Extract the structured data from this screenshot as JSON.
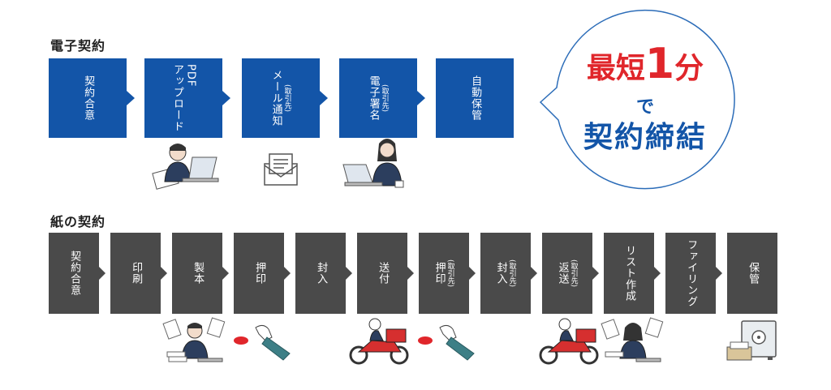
{
  "electronic": {
    "title": "電子契約",
    "steps": [
      {
        "label": "契約合意",
        "sub": ""
      },
      {
        "label": "PDF\nアップロード",
        "sub": ""
      },
      {
        "label": "メール通知",
        "sub": "(取引先)"
      },
      {
        "label": "電子署名",
        "sub": "(取引先)"
      },
      {
        "label": "自動保管",
        "sub": ""
      }
    ]
  },
  "bubble": {
    "line1_a": "最短",
    "line1_num": "1",
    "line1_b": "分",
    "line2": "で",
    "line3": "契約締結"
  },
  "paper": {
    "title": "紙の契約",
    "steps": [
      {
        "label": "契約合意",
        "sub": ""
      },
      {
        "label": "印刷",
        "sub": ""
      },
      {
        "label": "製本",
        "sub": ""
      },
      {
        "label": "押印",
        "sub": ""
      },
      {
        "label": "封入",
        "sub": ""
      },
      {
        "label": "送付",
        "sub": ""
      },
      {
        "label": "押印",
        "sub": "(取引先)"
      },
      {
        "label": "封入",
        "sub": "(取引先)"
      },
      {
        "label": "返送",
        "sub": "(取引先)"
      },
      {
        "label": "リスト作成",
        "sub": ""
      },
      {
        "label": "ファイリング",
        "sub": ""
      },
      {
        "label": "保管",
        "sub": ""
      }
    ]
  },
  "colors": {
    "electronic": "#1355a8",
    "paper": "#4a4a4a",
    "accent": "#e0262b"
  }
}
